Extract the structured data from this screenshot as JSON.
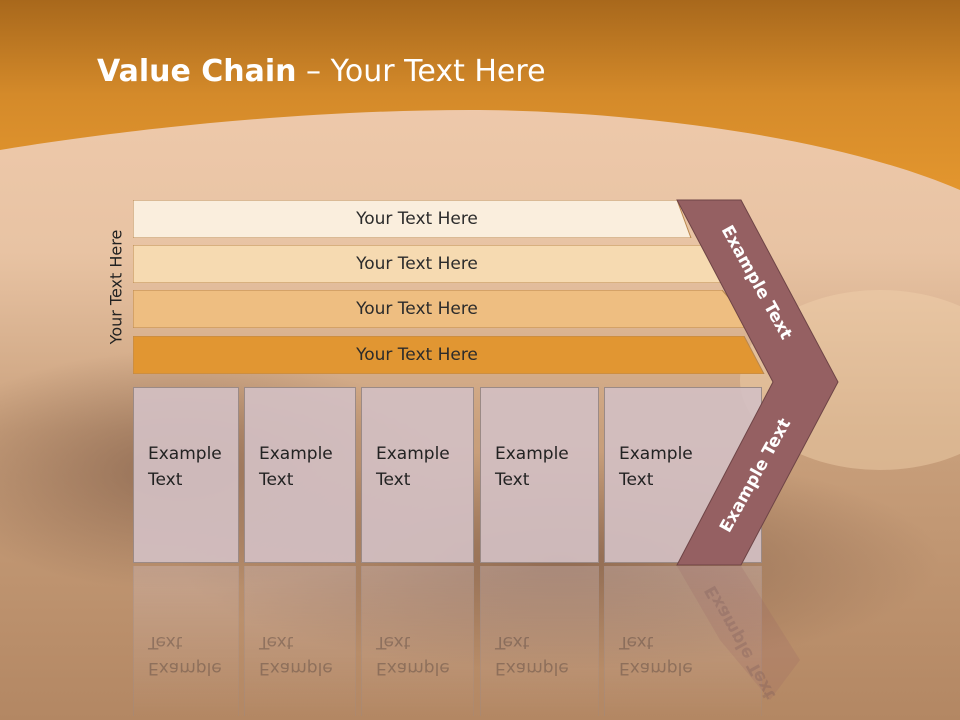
{
  "slide": {
    "title_bold": "Value Chain",
    "title_rest": " – Your Text Here",
    "side_label": "Your Text Here"
  },
  "bars": [
    {
      "label": "Your Text Here",
      "color": "#faeedd"
    },
    {
      "label": "Your Text Here",
      "color": "#f6dab1"
    },
    {
      "label": "Your Text Here",
      "color": "#eebe81"
    },
    {
      "label": "Your Text Here",
      "color": "#e19632"
    }
  ],
  "boxes": [
    {
      "line1": "Example",
      "line2": "Text"
    },
    {
      "line1": "Example",
      "line2": "Text"
    },
    {
      "line1": "Example",
      "line2": "Text"
    },
    {
      "line1": "Example",
      "line2": "Text"
    },
    {
      "line1": "Example",
      "line2": "Text"
    }
  ],
  "chevron": {
    "upper_label": "Example Text",
    "lower_label": "Example Text",
    "color": "#956062"
  },
  "colors": {
    "header": "#d98a26",
    "background": "#e7c6a6"
  }
}
